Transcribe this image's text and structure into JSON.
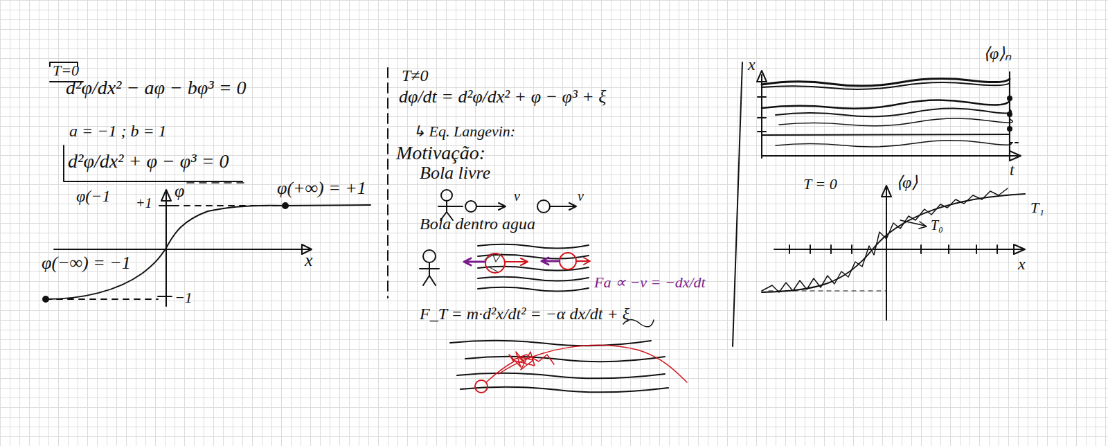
{
  "diagram": {
    "labels": [
      "T=0",
      "d²φ/dx² − aφ − bφ³ = 0",
      "a = −1 ; b = 1",
      "d²φ/dx² + φ − φ³ = 0",
      "φ(−1",
      "+1",
      "φ",
      "φ(+∞) = +1",
      "x",
      "φ(−∞) = −1",
      "−1",
      "T≠0",
      "dφ/dt = d²φ/dx² + φ − φ³ + ξ",
      "↳ Eq. Langevin:",
      "Motivação:",
      "Bola livre",
      "v",
      "v",
      "Bola dentro agua",
      "Fa ∝ −v = −dx/dt",
      "F_T = m·d²x/dt² = −α dx/dt + ξ",
      "x",
      "⟨φ⟩ₙ",
      "t",
      "T = 0",
      "⟨φ⟩",
      "T₁",
      "T₀",
      "x"
    ]
  }
}
